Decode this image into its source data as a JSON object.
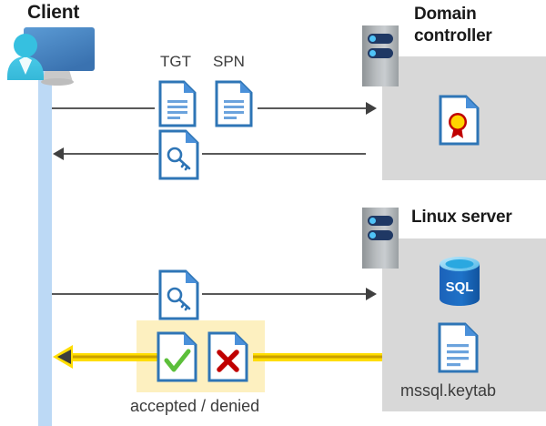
{
  "diagram": {
    "title_client": "Client",
    "title_domain_controller": "Domain controller",
    "title_linux_server": "Linux server",
    "label_tgt": "TGT",
    "label_spn": "SPN",
    "label_accepted_denied": "accepted / denied",
    "label_keytab": "mssql.keytab",
    "label_sql": "SQL"
  },
  "icons": {
    "client": "user-computer-icon",
    "rack_dc": "server-rack-icon",
    "rack_linux": "server-rack-icon",
    "tgt_doc": "document-icon",
    "spn_doc": "document-icon",
    "ticket_doc_1": "document-key-icon",
    "ticket_doc_2": "document-key-icon",
    "certificate": "certificate-document-icon",
    "database": "sql-database-icon",
    "keytab_doc": "document-icon",
    "accepted": "document-check-icon",
    "denied": "document-cross-icon"
  },
  "colors": {
    "lifeline": "#bcd9f5",
    "panel_gray": "#d8d8d8",
    "highlight_yellow": "#fdf0c0",
    "arrow_yellow": "#ffdd00",
    "arrow_gray": "#595959",
    "doc_blue": "#2e75b6",
    "accept_green": "#5cbf3a",
    "deny_red": "#c00000",
    "sql_blue": "#0f6cbd",
    "cert_gold": "#ffd400"
  },
  "flows": [
    {
      "name": "client-to-dc-request",
      "direction": "right",
      "payload": [
        "TGT",
        "SPN"
      ]
    },
    {
      "name": "dc-to-client-ticket",
      "direction": "left",
      "payload": [
        "service-ticket"
      ]
    },
    {
      "name": "client-to-linux-ticket",
      "direction": "right",
      "payload": [
        "service-ticket"
      ]
    },
    {
      "name": "linux-to-client-result",
      "direction": "left",
      "payload": [
        "accepted",
        "denied"
      ]
    }
  ]
}
